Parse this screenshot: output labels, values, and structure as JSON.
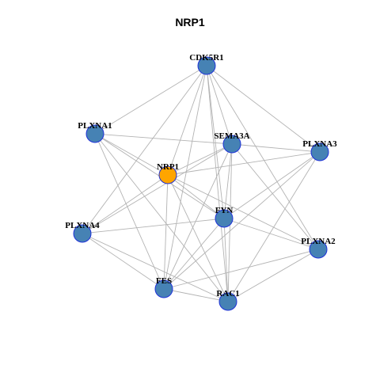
{
  "title": "NRP1",
  "colors": {
    "node": "#4682b4",
    "center_node": "#ffa500",
    "edge": "#b3b3b3",
    "node_border": "#1f32d9"
  },
  "nodes": [
    {
      "id": "CDK5R1",
      "label": "CDK5R1",
      "center": false
    },
    {
      "id": "PLXNA1",
      "label": "PLXNA1",
      "center": false
    },
    {
      "id": "SEMA3A",
      "label": "SEMA3A",
      "center": false
    },
    {
      "id": "PLXNA3",
      "label": "PLXNA3",
      "center": false
    },
    {
      "id": "NRP1",
      "label": "NRP1",
      "center": true
    },
    {
      "id": "FYN",
      "label": "FYN",
      "center": false
    },
    {
      "id": "PLXNA4",
      "label": "PLXNA4",
      "center": false
    },
    {
      "id": "PLXNA2",
      "label": "PLXNA2",
      "center": false
    },
    {
      "id": "FES",
      "label": "FES",
      "center": false
    },
    {
      "id": "RAC1",
      "label": "RAC1",
      "center": false
    }
  ],
  "edges": [
    [
      "CDK5R1",
      "NRP1"
    ],
    [
      "CDK5R1",
      "SEMA3A"
    ],
    [
      "CDK5R1",
      "FYN"
    ],
    [
      "CDK5R1",
      "FES"
    ],
    [
      "CDK5R1",
      "RAC1"
    ],
    [
      "CDK5R1",
      "PLXNA1"
    ],
    [
      "CDK5R1",
      "PLXNA3"
    ],
    [
      "CDK5R1",
      "PLXNA2"
    ],
    [
      "CDK5R1",
      "PLXNA4"
    ],
    [
      "PLXNA1",
      "NRP1"
    ],
    [
      "PLXNA1",
      "SEMA3A"
    ],
    [
      "PLXNA1",
      "FYN"
    ],
    [
      "PLXNA1",
      "FES"
    ],
    [
      "PLXNA1",
      "RAC1"
    ],
    [
      "SEMA3A",
      "NRP1"
    ],
    [
      "SEMA3A",
      "PLXNA3"
    ],
    [
      "SEMA3A",
      "FYN"
    ],
    [
      "SEMA3A",
      "PLXNA2"
    ],
    [
      "SEMA3A",
      "FES"
    ],
    [
      "SEMA3A",
      "RAC1"
    ],
    [
      "SEMA3A",
      "PLXNA4"
    ],
    [
      "PLXNA3",
      "NRP1"
    ],
    [
      "PLXNA3",
      "FYN"
    ],
    [
      "PLXNA3",
      "FES"
    ],
    [
      "PLXNA3",
      "RAC1"
    ],
    [
      "NRP1",
      "FYN"
    ],
    [
      "NRP1",
      "PLXNA4"
    ],
    [
      "NRP1",
      "PLXNA2"
    ],
    [
      "NRP1",
      "FES"
    ],
    [
      "NRP1",
      "RAC1"
    ],
    [
      "FYN",
      "PLXNA4"
    ],
    [
      "FYN",
      "PLXNA2"
    ],
    [
      "FYN",
      "FES"
    ],
    [
      "FYN",
      "RAC1"
    ],
    [
      "PLXNA4",
      "FES"
    ],
    [
      "PLXNA4",
      "RAC1"
    ],
    [
      "PLXNA2",
      "FES"
    ],
    [
      "PLXNA2",
      "RAC1"
    ],
    [
      "FES",
      "RAC1"
    ]
  ]
}
